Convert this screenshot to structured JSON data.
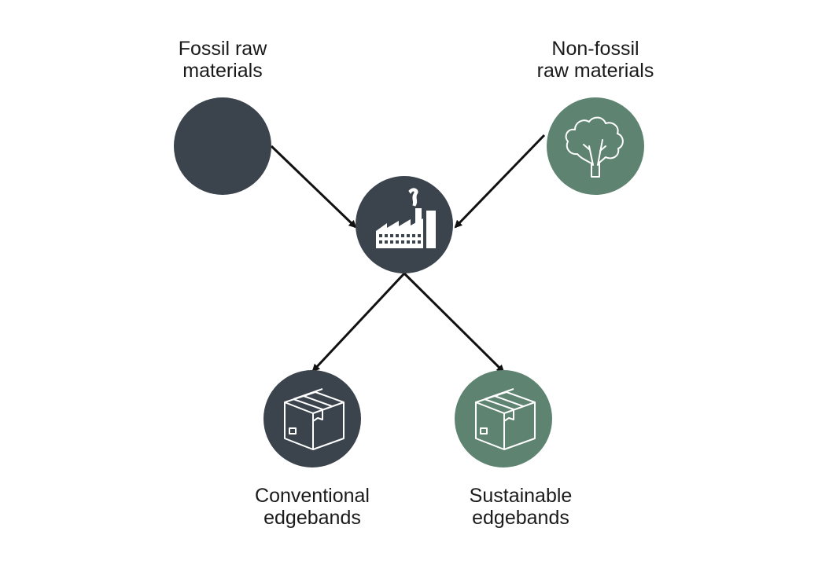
{
  "colors": {
    "dark": "#3b434d",
    "green": "#5e8371",
    "arrow": "#111111",
    "icon_stroke": "#ffffff"
  },
  "nodes": {
    "fossil": {
      "label_line1": "Fossil raw",
      "label_line2": "materials",
      "color": "dark",
      "icon": "none"
    },
    "nonfossil": {
      "label_line1": "Non-fossil",
      "label_line2": "raw materials",
      "color": "green",
      "icon": "tree-icon"
    },
    "factory": {
      "color": "dark",
      "icon": "factory-icon"
    },
    "conventional": {
      "label_line1": "Conventional",
      "label_line2": "edgebands",
      "color": "dark",
      "icon": "box-icon"
    },
    "sustainable": {
      "label_line1": "Sustainable",
      "label_line2": "edgebands",
      "color": "green",
      "icon": "box-icon"
    }
  },
  "edges": [
    {
      "from": "fossil",
      "to": "factory"
    },
    {
      "from": "nonfossil",
      "to": "factory"
    },
    {
      "from": "factory",
      "to": "conventional"
    },
    {
      "from": "factory",
      "to": "sustainable"
    }
  ]
}
